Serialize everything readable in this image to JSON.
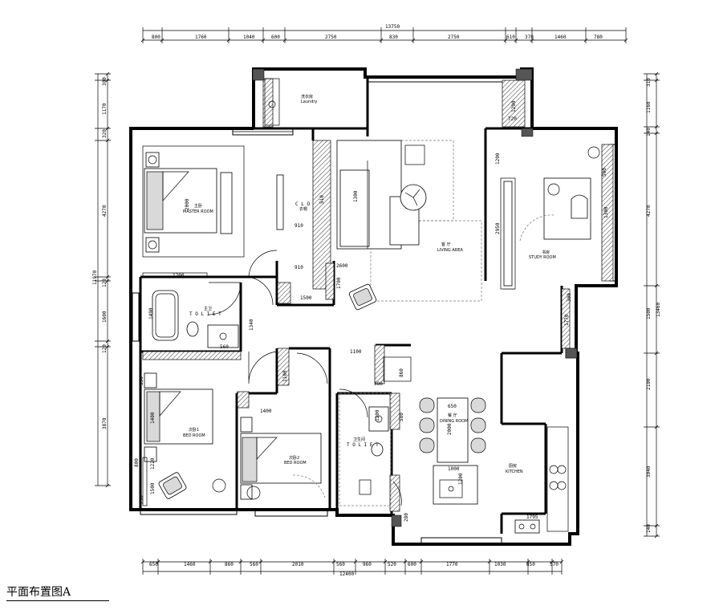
{
  "drawing_title": "平面布置图A",
  "overall_dims": {
    "top_total": "13750",
    "bottom_total": "12400",
    "left_total": "11970",
    "right_total": "13460"
  },
  "top_segments": [
    "800",
    "1760",
    "1040",
    "600",
    "2750",
    "830",
    "2750",
    "610",
    "370",
    "1460",
    "780"
  ],
  "bottom_segments": [
    "650",
    "1460",
    "860",
    "560",
    "2010",
    "560",
    "960",
    "520",
    "600",
    "1770",
    "1030",
    "850",
    "570"
  ],
  "left_segments": [
    "300",
    "1170",
    "320",
    "4270",
    "120",
    "1600",
    "120",
    "3870"
  ],
  "right_segments": [
    "310",
    "1160",
    "140",
    "4270",
    "1500",
    "2100",
    "3040",
    "140"
  ],
  "rooms": {
    "laundry": {
      "cn": "洗衣房",
      "en": "Laundry"
    },
    "master": {
      "cn": "主卧",
      "en": "MASTER ROOM"
    },
    "closet": {
      "cn": "衣帽",
      "en": "C L O"
    },
    "living": {
      "cn": "客 厅",
      "en": "LIVING  AREA"
    },
    "study": {
      "cn": "书房",
      "en": "STUDY ROOM"
    },
    "toilet1": {
      "cn": "主卫",
      "en": "T O L I E T"
    },
    "bed1": {
      "cn": "次卧1",
      "en": "BED ROOM"
    },
    "bed2": {
      "cn": "次卧2",
      "en": "BED ROOM"
    },
    "toilet2": {
      "cn": "卫生间",
      "en": "T O L I E T"
    },
    "dining": {
      "cn": "餐 厅",
      "en": "DINING ROOM"
    },
    "kitchen": {
      "cn": "厨房",
      "en": "KITCHEN"
    }
  },
  "inner_dims": {
    "d2000": "2000",
    "d910": "910",
    "d510": "510",
    "d1300": "1300",
    "d1200": "1200",
    "d910b": "910",
    "d2600": "2600",
    "d1500": "1500",
    "d1700": "1700",
    "d580": "580",
    "d1200m": "1200",
    "d1490": "1490",
    "d560": "560",
    "d1340": "1340",
    "d1100": "1100",
    "d650": "650",
    "d2000d": "2000",
    "d1000": "1000",
    "d1795": "1795",
    "d300": "300",
    "d280": "280",
    "d2950": "2950",
    "d1290": "1290",
    "d720": "720",
    "d1200s": "1200",
    "d500": "500",
    "d1300s": "1300",
    "d860": "860",
    "d1770": "1770",
    "d1400": "1400",
    "d1220": "1220",
    "d800": "800",
    "d1500b": "1500",
    "d550": "550",
    "d250": "250",
    "d1100b": "1100",
    "d1200t": "1200",
    "d380": "380"
  }
}
